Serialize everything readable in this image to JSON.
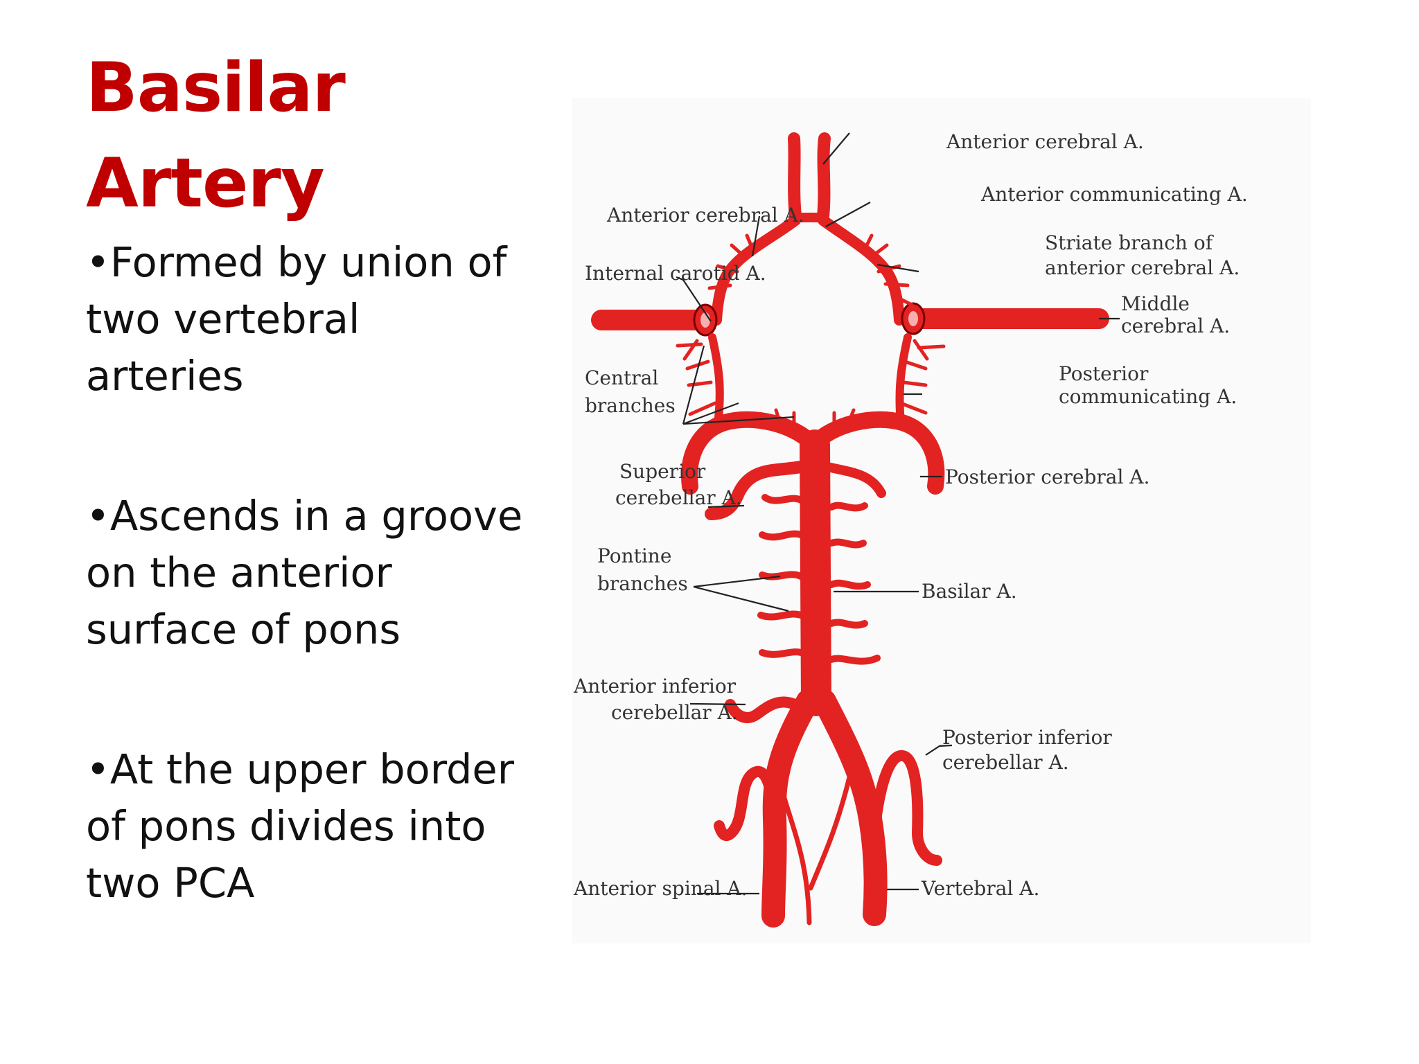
{
  "title": {
    "line1": "Basilar",
    "line2": "Artery"
  },
  "bullets": [
    "Formed by union of two vertebral arteries",
    "Ascends in a groove on the anterior surface of pons",
    "At the upper border of pons divides into two PCA"
  ],
  "diagram": {
    "labels": {
      "anterior_cerebral_top": "Anterior cerebral A.",
      "anterior_communicating": "Anterior communicating A.",
      "anterior_cerebral_left": "Anterior cerebral A.",
      "striate_1": "Striate branch of",
      "striate_2": "anterior cerebral A.",
      "internal_carotid": "Internal carotid A.",
      "middle_cerebral_1": "Middle",
      "middle_cerebral_2": "cerebral A.",
      "central_1": "Central",
      "central_2": "branches",
      "posterior_communicating_1": "Posterior",
      "posterior_communicating_2": "communicating A.",
      "superior_cerebellar_1": "Superior",
      "superior_cerebellar_2": "cerebellar A.",
      "posterior_cerebral": "Posterior cerebral A.",
      "pontine_1": "Pontine",
      "pontine_2": "branches",
      "basilar": "Basilar A.",
      "aica_1": "Anterior inferior",
      "aica_2": "cerebellar A.",
      "pica_1": "Posterior inferior",
      "pica_2": "cerebellar A.",
      "anterior_spinal": "Anterior spinal A.",
      "vertebral": "Vertebral A."
    },
    "artery_color": "#e32222"
  }
}
